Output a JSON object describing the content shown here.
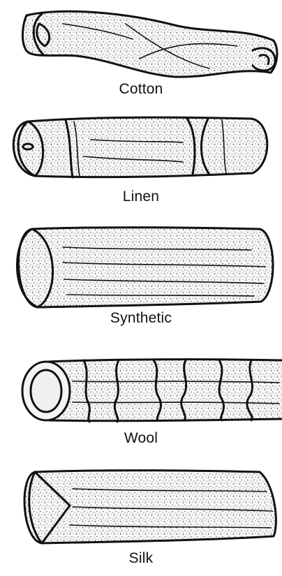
{
  "fibers": [
    {
      "label": "Cotton",
      "icon": "cotton-fiber"
    },
    {
      "label": "Linen",
      "icon": "linen-fiber"
    },
    {
      "label": "Synthetic",
      "icon": "synthetic-fiber"
    },
    {
      "label": "Wool",
      "icon": "wool-fiber"
    },
    {
      "label": "Silk",
      "icon": "silk-fiber"
    }
  ],
  "colors": {
    "ink": "#111111",
    "background": "#ffffff"
  }
}
